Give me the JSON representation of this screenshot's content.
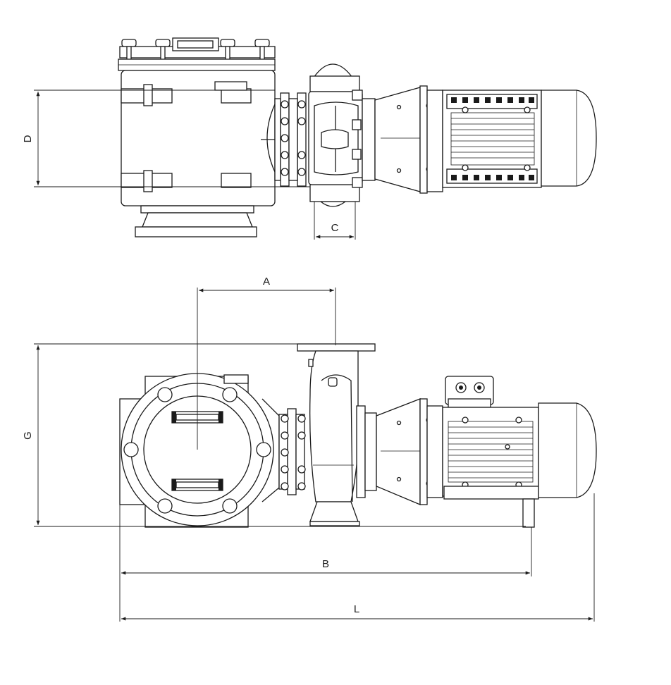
{
  "dimensions": {
    "A": "A",
    "B": "B",
    "C": "C",
    "D": "D",
    "G": "G",
    "L": "L"
  }
}
